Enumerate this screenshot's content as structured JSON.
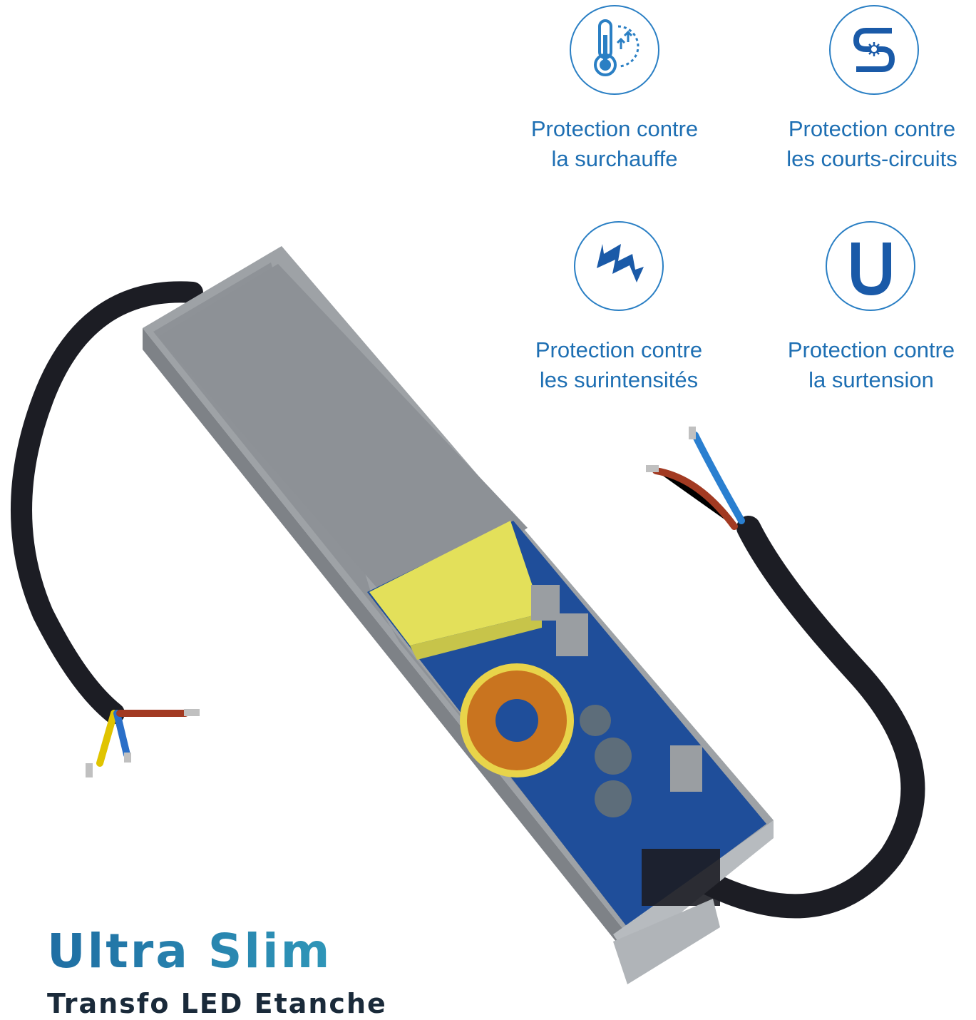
{
  "features": [
    {
      "line1": "Protection contre",
      "line2": "la surchauffe",
      "icon": "thermometer-icon"
    },
    {
      "line1": "Protection contre",
      "line2": "les courts-circuits",
      "icon": "short-circuit-icon"
    },
    {
      "line1": "Protection contre",
      "line2": "les surintensités",
      "icon": "lightning-bolt-icon"
    },
    {
      "line1": "Protection contre",
      "line2": "la surtension",
      "icon": "voltage-u-icon"
    }
  ],
  "title": "Ultra Slim",
  "subtitle": "Transfo LED Etanche",
  "colors": {
    "accent": "#1e6fb3",
    "housing": "#8e9297",
    "cable": "#1c1d24",
    "pcb": "#1f4e9a",
    "transformer": "#e3e05a",
    "coil_copper": "#c9741f"
  }
}
